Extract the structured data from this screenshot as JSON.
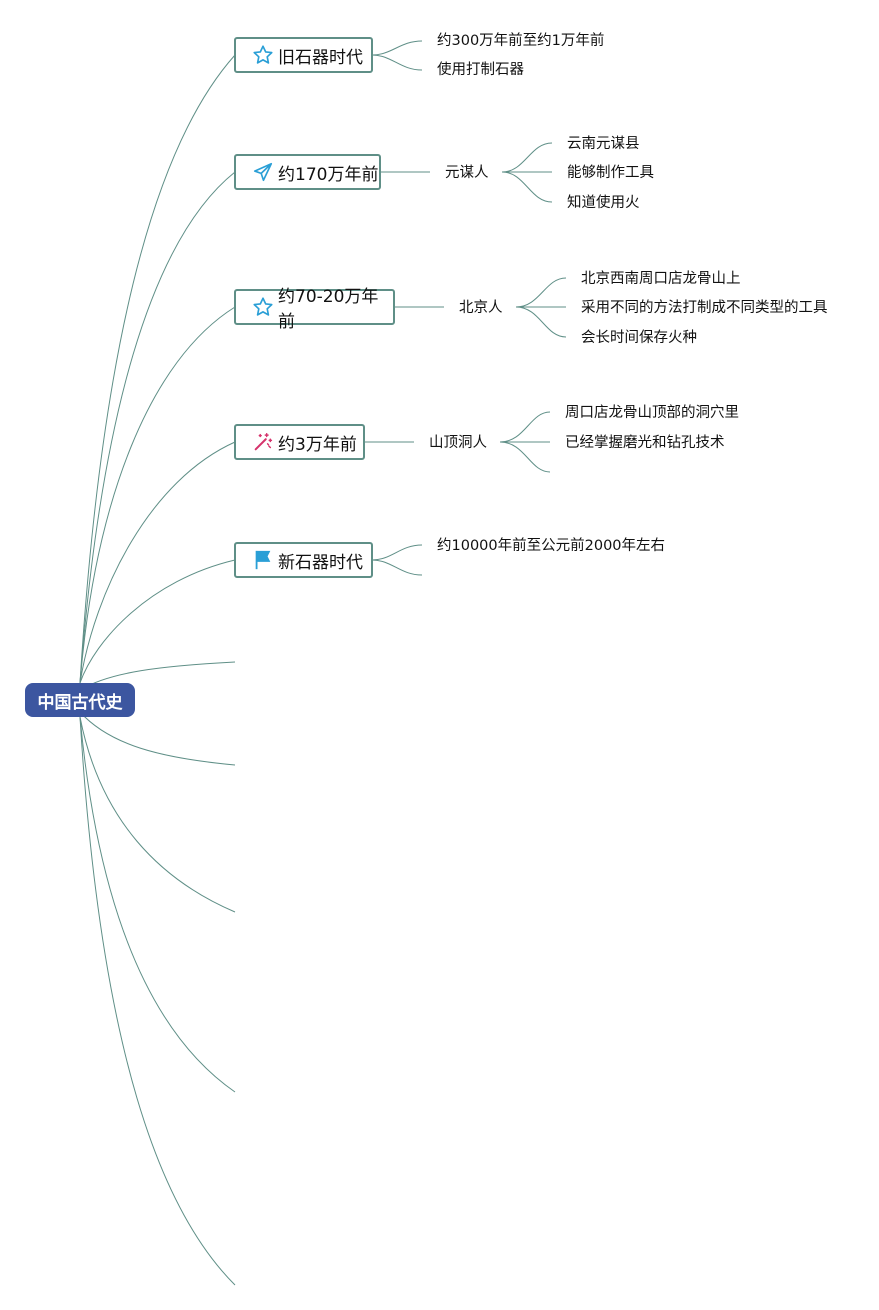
{
  "root": {
    "label": "中国古代史"
  },
  "topics": [
    {
      "label": "旧石器时代",
      "icon": "star-outline-icon",
      "leaves": [
        "约300万年前至约1万年前",
        "使用打制石器"
      ]
    },
    {
      "label": "约170万年前",
      "icon": "paper-plane-icon",
      "group": "元谋人",
      "leaves": [
        "云南元谋县",
        "能够制作工具",
        "知道使用火"
      ]
    },
    {
      "label": "约70-20万年前",
      "icon": "star-outline-icon",
      "group": "北京人",
      "leaves": [
        "北京西南周口店龙骨山上",
        "采用不同的方法打制成不同类型的工具",
        "会长时间保存火种"
      ]
    },
    {
      "label": "约3万年前",
      "icon": "magic-wand-icon",
      "group": "山顶洞人",
      "leaves": [
        "周口店龙骨山顶部的洞穴里",
        "已经掌握磨光和钻孔技术"
      ]
    },
    {
      "label": "新石器时代",
      "icon": "flag-icon",
      "leaves": [
        "约10000年前至公元前2000年左右"
      ]
    }
  ],
  "colors": {
    "connector": "#5f8f87",
    "root_fill": "#3c56a0",
    "root_text": "#ffffff",
    "icon_blue": "#2a9fd6",
    "icon_magenta": "#d6336c"
  }
}
